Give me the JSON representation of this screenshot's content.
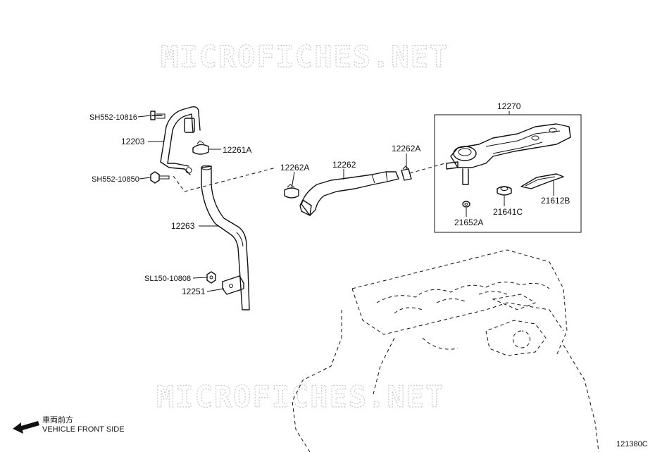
{
  "watermark": {
    "text": "MICROFICHES.NET"
  },
  "callouts": {
    "p12270": "12270",
    "p12203": "12203",
    "sh552_10816": "SH552-10816",
    "p12261a": "12261A",
    "sh552_10850": "SH552-10850",
    "p12262a_left": "12262A",
    "p12262": "12262",
    "p12262a_right": "12262A",
    "p12263": "12263",
    "p21641c": "21641C",
    "p21612b": "21612B",
    "p21652a": "21652A",
    "sl150_10808": "SL150-10808",
    "p12251": "12251"
  },
  "footer": {
    "front_label_jp": "車両前方",
    "front_label_en": "VEHICLE FRONT SIDE",
    "diagram_code": "121380C"
  }
}
